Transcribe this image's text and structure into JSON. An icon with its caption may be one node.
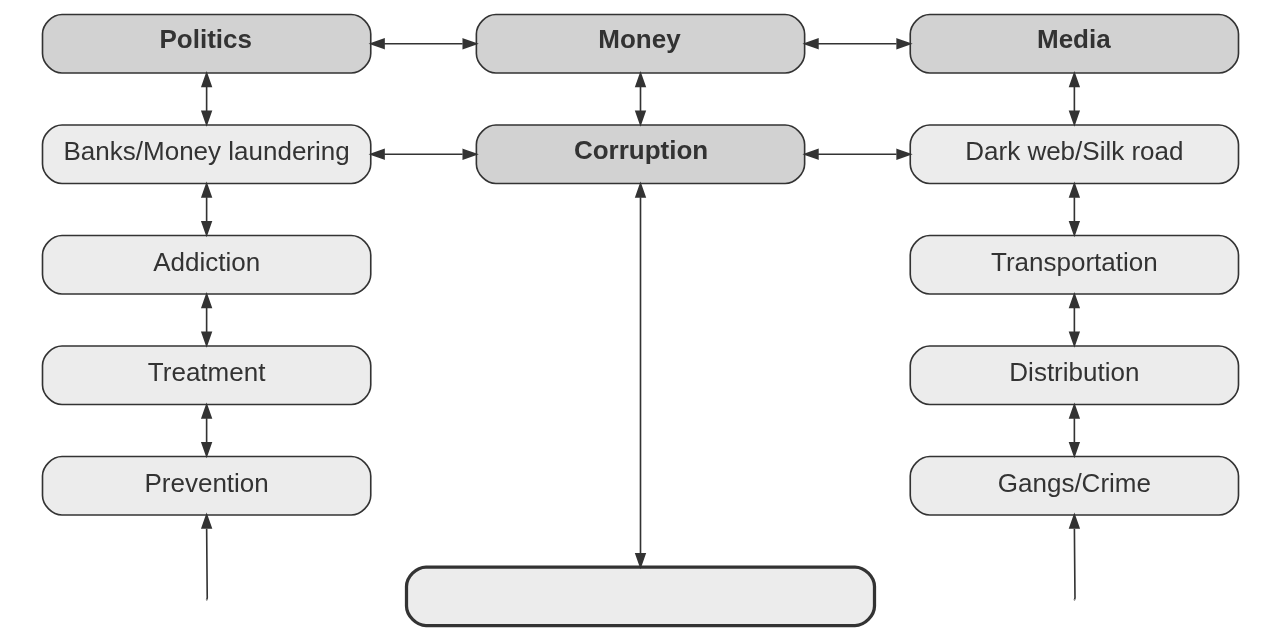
{
  "diagram": {
    "nodes": [
      {
        "text": [
          "Politics"
        ]
      },
      {
        "text": [
          "Money"
        ]
      },
      {
        "text": [
          "Media"
        ]
      },
      {
        "text": [
          "Banks/Money laundering"
        ]
      },
      {
        "text": [
          "Corruption"
        ]
      },
      {
        "text": [
          "Dark web/Silk road"
        ]
      },
      {
        "text": [
          "Addiction"
        ]
      },
      {
        "text": [
          "Transportation"
        ]
      },
      {
        "text": [
          "Treatment"
        ]
      },
      {
        "text": [
          "Distribution"
        ]
      },
      {
        "text": [
          "Prevention"
        ]
      },
      {
        "text": [
          "Gangs/Crime"
        ]
      },
      {
        "text": [],
        "shape": "box"
      }
    ],
    "edges": [
      {
        "from": 0,
        "to": 1,
        "arrow": "both"
      },
      {
        "from": 1,
        "to": 2,
        "arrow": "both"
      },
      {
        "from": 0,
        "to": 3,
        "arrow": "both"
      },
      {
        "from": 1,
        "to": 4,
        "arrow": "both"
      },
      {
        "from": 2,
        "to": 5,
        "arrow": "both"
      },
      {
        "from": 3,
        "to": 4,
        "arrow": "both"
      },
      {
        "from": 4,
        "to": 5,
        "arrow": "both"
      },
      {
        "from": 3,
        "to": 6,
        "arrow": "both"
      },
      {
        "from": 5,
        "to": 7,
        "arrow": "both"
      },
      {
        "from": 6,
        "to": 8,
        "arrow": "both"
      },
      {
        "from": 7,
        "to": 9,
        "arrow": "both"
      },
      {
        "from": 8,
        "to": 10,
        "arrow": "both"
      },
      {
        "from": 9,
        "to": 11,
        "arrow": "both"
      },
      {
        "from": 4,
        "to": 12,
        "arrow": "both"
      },
      {
        "from": null,
        "to": 10,
        "arrow": "to"
      },
      {
        "from": null,
        "to": 11,
        "arrow": "to"
      }
    ]
  }
}
